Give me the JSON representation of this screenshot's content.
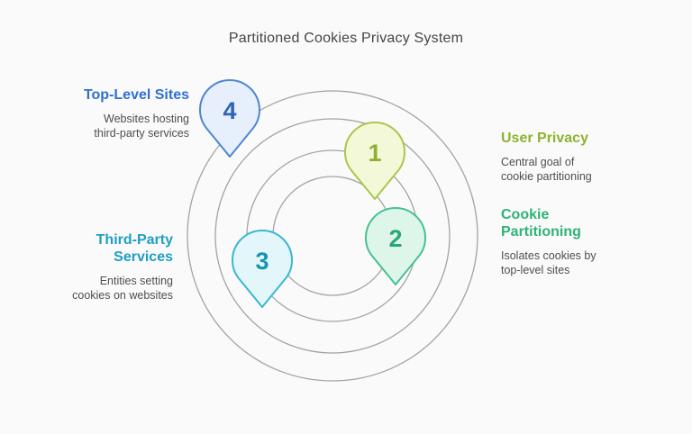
{
  "title": "Partitioned Cookies Privacy System",
  "diagram": {
    "background": "#fafafa",
    "ring_color": "#a3a3a3",
    "ring_count": 4
  },
  "items": [
    {
      "number": "1",
      "label": "User Privacy",
      "description": "Central goal of cookie partitioning",
      "side": "right",
      "pin_fill": "#f3f9d8",
      "pin_stroke": "#a9c74b",
      "number_color": "#8cb032",
      "label_color": "#8db32f"
    },
    {
      "number": "2",
      "label": "Cookie Partitioning",
      "description": "Isolates cookies by top-level sites",
      "side": "right",
      "pin_fill": "#def6ea",
      "pin_stroke": "#45c28d",
      "number_color": "#2aa873",
      "label_color": "#2eb377"
    },
    {
      "number": "3",
      "label": "Third-Party Services",
      "description": "Entities setting cookies on websites",
      "side": "left",
      "pin_fill": "#e3f6fa",
      "pin_stroke": "#39b7d3",
      "number_color": "#1693b5",
      "label_color": "#1d9fc4"
    },
    {
      "number": "4",
      "label": "Top-Level Sites",
      "description": "Websites hosting third-party services",
      "side": "left",
      "pin_fill": "#e6effb",
      "pin_stroke": "#4e86d1",
      "number_color": "#2d63b8",
      "label_color": "#2f70d0"
    }
  ]
}
